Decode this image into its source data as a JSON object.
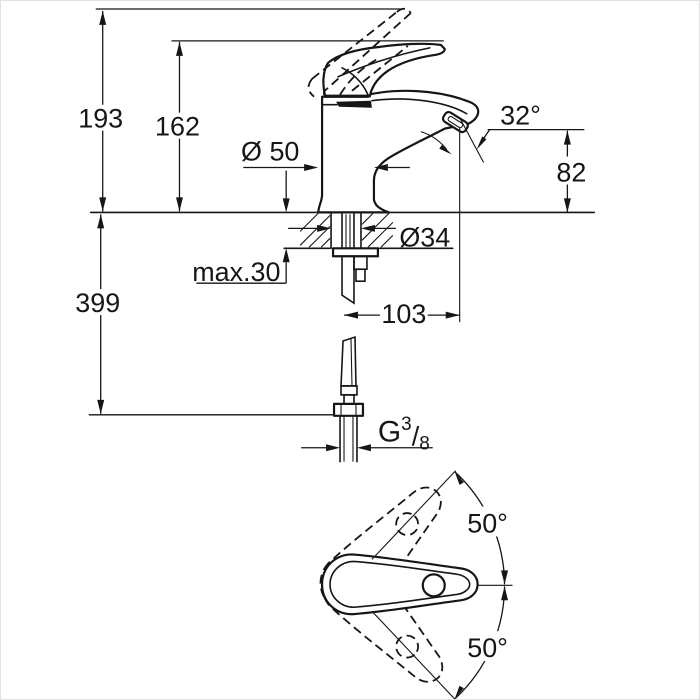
{
  "drawing": {
    "type": "technical-dimension-drawing",
    "subject": "single-lever basin mixer faucet, side view with mounting section and top view of lever swivel range",
    "background": "#ffffff",
    "line_color": "#161616",
    "labels": {
      "overall_height": "193",
      "handle_height": "162",
      "base_diameter": "Ø 50",
      "stream_angle": "32°",
      "outlet_height": "82",
      "hole_diameter": "Ø34",
      "max_deck_thickness": "max.30",
      "spout_reach": "103",
      "hose_length": "399",
      "thread_G": "G",
      "thread_numerator": "3",
      "thread_slash": "/",
      "thread_denominator": "8",
      "swivel_angle_up": "50°",
      "swivel_angle_down": "50°"
    }
  }
}
